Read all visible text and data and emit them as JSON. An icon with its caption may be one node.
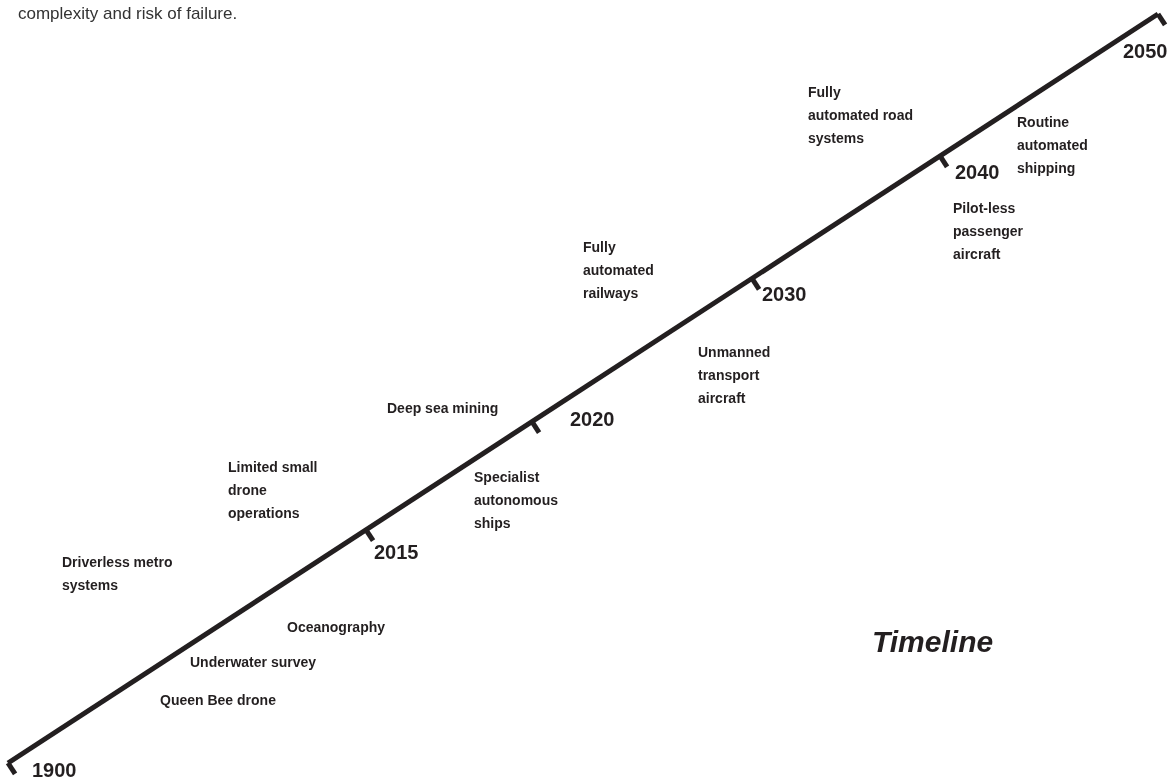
{
  "diagram": {
    "labels": [
      "complexity and risk of failure.",
      "2050",
      "Fully automated road systems",
      "Routine automated shipping",
      "2040",
      "Pilot-less passenger aircraft",
      "Fully automated railways",
      "2030",
      "Unmanned transport aircraft",
      "Deep sea mining",
      "2020",
      "Limited small drone operations",
      "Specialist autonomous ships",
      "2015",
      "Driverless metro systems",
      "Oceanography",
      "Timeline",
      "Underwater survey",
      "Queen Bee drone",
      "1900"
    ]
  }
}
